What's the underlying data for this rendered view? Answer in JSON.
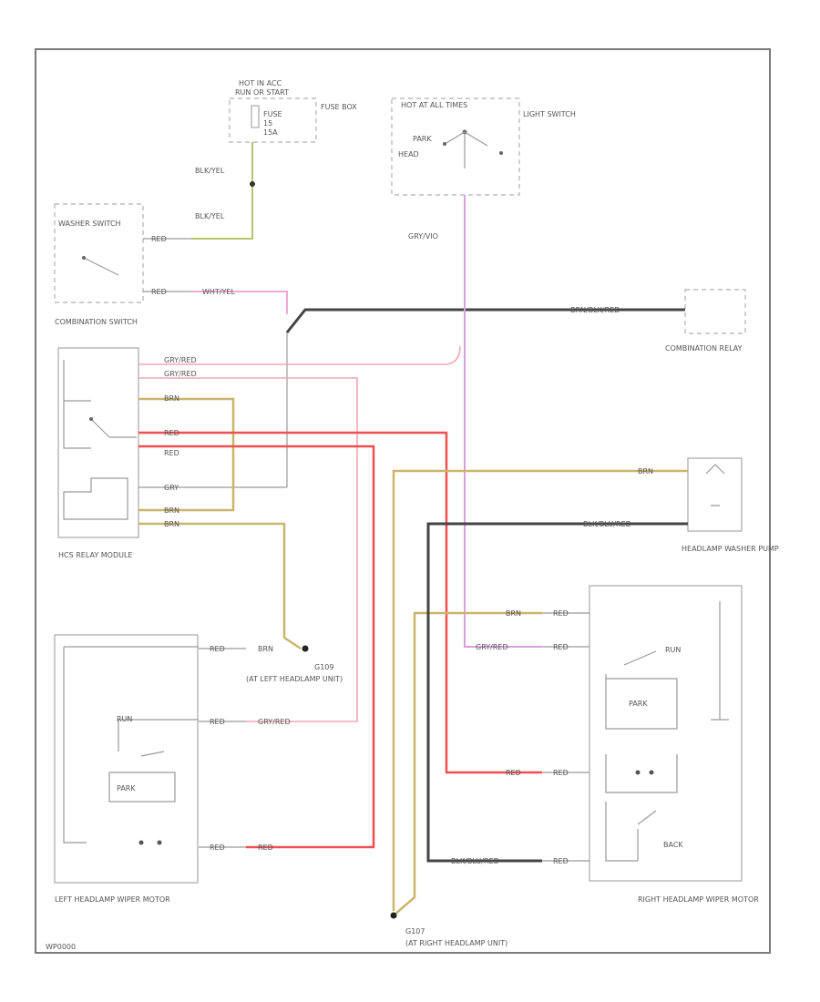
{
  "colors": {
    "yellow": "#d6c98a",
    "yellow_dark": "#c9b66a",
    "yellowgreen": "#b8c46a",
    "pink": "#f0a8b0",
    "violet": "#d9a0e0",
    "red": "#f05050",
    "black": "#444444",
    "gray": "#9a9a9a"
  },
  "components": {
    "fuse_box_header": "HOT IN ACC",
    "fuse_box_header2": "RUN OR START",
    "fuse_box": "FUSE BOX",
    "fuse_label": "FUSE",
    "fuse_value": "15",
    "fuse_amps": "15A",
    "light_switch_header": "HOT AT ALL TIMES",
    "light_switch": "LIGHT SWITCH",
    "park": "PARK",
    "head": "HEAD",
    "washer_switch": "WASHER SWITCH",
    "combination_switch": "COMBINATION SWITCH",
    "combination_relay": "COMBINATION RELAY",
    "hcs_relay_module": "HCS RELAY MODULE",
    "headlamp_washer_pump": "HEADLAMP WASHER PUMP",
    "left_headlamp_wiper_motor": "LEFT HEADLAMP WIPER MOTOR",
    "right_headlamp_wiper_motor": "RIGHT HEADLAMP WIPER MOTOR",
    "motor_run": "RUN",
    "motor_park": "PARK",
    "motor_back": "BACK",
    "ground_left_id": "G109",
    "ground_left_loc": "(AT LEFT HEADLAMP UNIT)",
    "ground_right_id": "G107",
    "ground_right_loc": "(AT RIGHT HEADLAMP UNIT)",
    "footer_code": "WP0000"
  },
  "wire_labels": {
    "blk_yel_1": "BLK/YEL",
    "blk_yel_2": "BLK/YEL",
    "red_1": "RED",
    "red_2": "RED",
    "wht_yel": "WHT/YEL",
    "gry_vio": "GRY/VIO",
    "brn_blk_red": "BRN/BLK/RED",
    "gry_red_1": "GRY/RED",
    "gry_red_2": "GRY/RED",
    "brn_1": "BRN",
    "red_3": "RED",
    "red_4": "RED",
    "gry": "GRY",
    "brn_2": "BRN",
    "brn_3": "BRN",
    "blk_blu_red": "BLK/BLU/RED",
    "red_l1": "RED",
    "brn_l1": "BRN",
    "red_l2": "RED",
    "gry_red_l": "GRY/RED",
    "red_l3": "RED",
    "red_l4": "RED",
    "brn_r": "BRN",
    "red_r1": "RED",
    "gry_red_r": "GRY/RED",
    "red_r2": "RED",
    "red_r3": "RED",
    "red_r4": "RED",
    "blk_blu_red_r": "BLK/BLU/RED",
    "red_r5": "RED"
  }
}
